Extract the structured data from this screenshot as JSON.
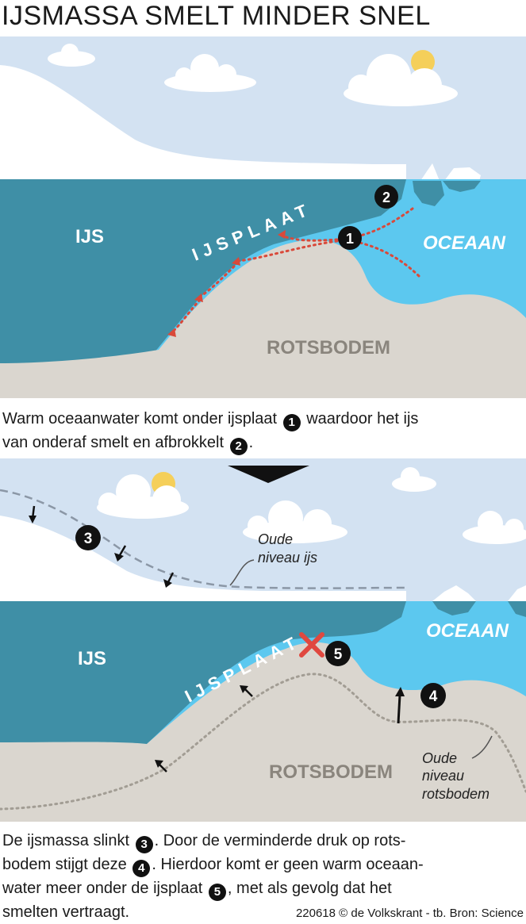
{
  "title": "IJSMASSA SMELT MINDER SNEL",
  "panel1": {
    "label_ijs": "IJS",
    "label_ijsplaat": "IJSPLAAT",
    "label_oceaan": "OCEAAN",
    "label_rotsbodem": "ROTSBODEM",
    "marker_1": "1",
    "marker_2": "2"
  },
  "caption1": {
    "part1": "Warm oceaanwater komt onder ijsplaat",
    "marker_1": "1",
    "part2": "waardoor het ijs",
    "part3": "van onderaf smelt en afbrokkelt",
    "marker_2": "2",
    "part4": "."
  },
  "panel2": {
    "label_ijs": "IJS",
    "label_ijsplaat": "IJSPLAAT",
    "label_oceaan": "OCEAAN",
    "label_rotsbodem": "ROTSBODEM",
    "old_ice_line1": "Oude",
    "old_ice_line2": "niveau ijs",
    "old_rock_line1": "Oude",
    "old_rock_line2": "niveau",
    "old_rock_line3": "rotsbodem",
    "marker_3": "3",
    "marker_4": "4",
    "marker_5": "5"
  },
  "caption2": {
    "line1_a": "De ijsmassa slinkt",
    "marker_3": "3",
    "line1_b": ". Door de verminderde druk op rots-",
    "line2_a": "bodem stijgt deze",
    "marker_4": "4",
    "line2_b": ". Hierdoor komt er geen warm oceaan-",
    "line3_a": "water meer onder de ijsplaat",
    "marker_5": "5",
    "line3_b": ", met als gevolg dat het",
    "line4": "smelten vertraagt."
  },
  "credit": "220618 © de Volkskrant - tb. Bron: Science",
  "colors": {
    "sky": "#d3e2f2",
    "ice_dark": "#3f8fa6",
    "ocean_light": "#5cc8ef",
    "rock": "#dad6cf",
    "cloud": "#ffffff",
    "sun": "#f5cf5a",
    "arrow_red": "#d9493a",
    "cross_red": "#e0483f"
  }
}
